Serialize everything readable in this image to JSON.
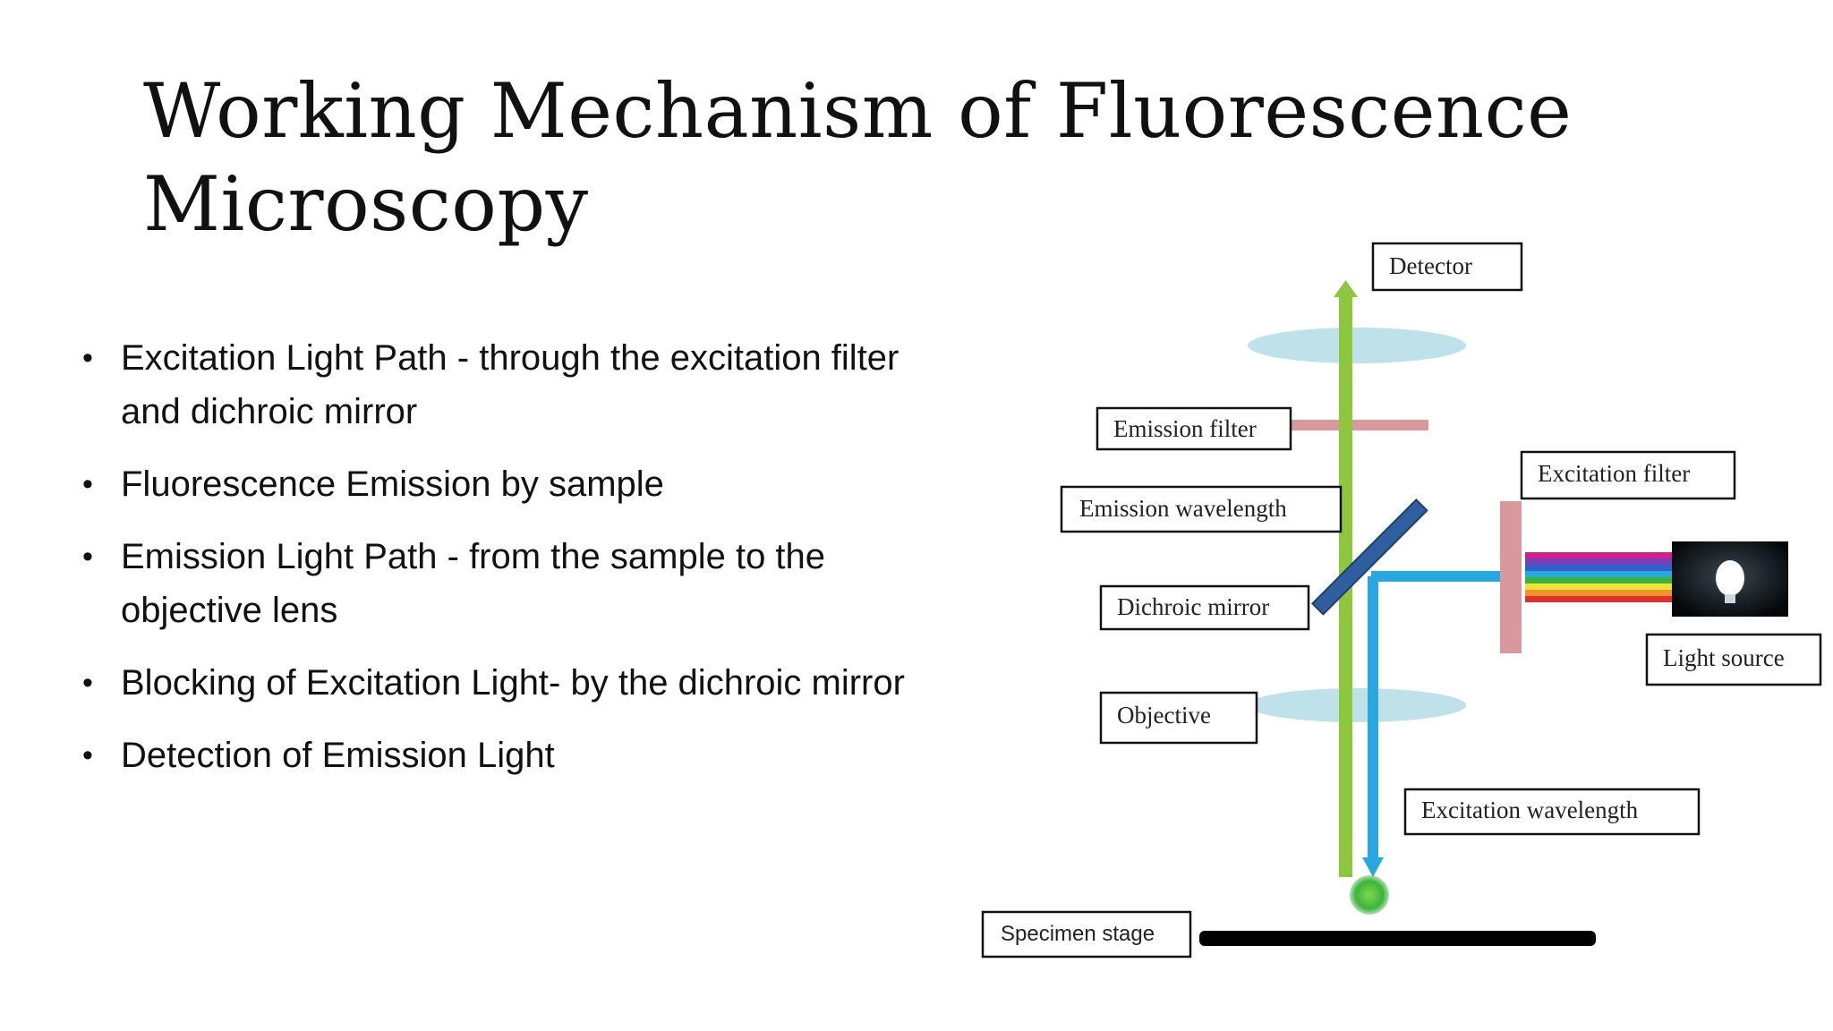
{
  "slide": {
    "title_line1": "Working Mechanism of  Fluorescence",
    "title_line2": "Microscopy",
    "bullets": [
      "Excitation Light Path - through the excitation filter and dichroic mirror",
      "Fluorescence Emission by sample",
      "Emission Light Path - from the sample to the objective lens",
      "Blocking of Excitation Light- by the dichroic mirror",
      "Detection of Emission Light"
    ]
  },
  "diagram": {
    "labels": {
      "detector": "Detector",
      "emission_filter": "Emission  filter",
      "excitation_filter": "Excitation  filter",
      "emission_wavelength": "Emission  wavelength",
      "dichroic_mirror": "Dichroic  mirror",
      "light_source": "Light  source",
      "objective": "Objective",
      "excitation_wavelength": "Excitation  wavelength",
      "specimen_stage": "Specimen stage"
    },
    "colors": {
      "emission_path": "#8dc63f",
      "excitation_path": "#29a8e0",
      "filter": "#d9989b",
      "lens": "#bfe1ea",
      "mirror": "#2f5f9e",
      "stage": "#000000"
    },
    "icons": [
      "arrow-up-icon",
      "arrow-down-icon",
      "light-bulb-icon",
      "rainbow-beam-icon",
      "specimen-icon"
    ]
  }
}
